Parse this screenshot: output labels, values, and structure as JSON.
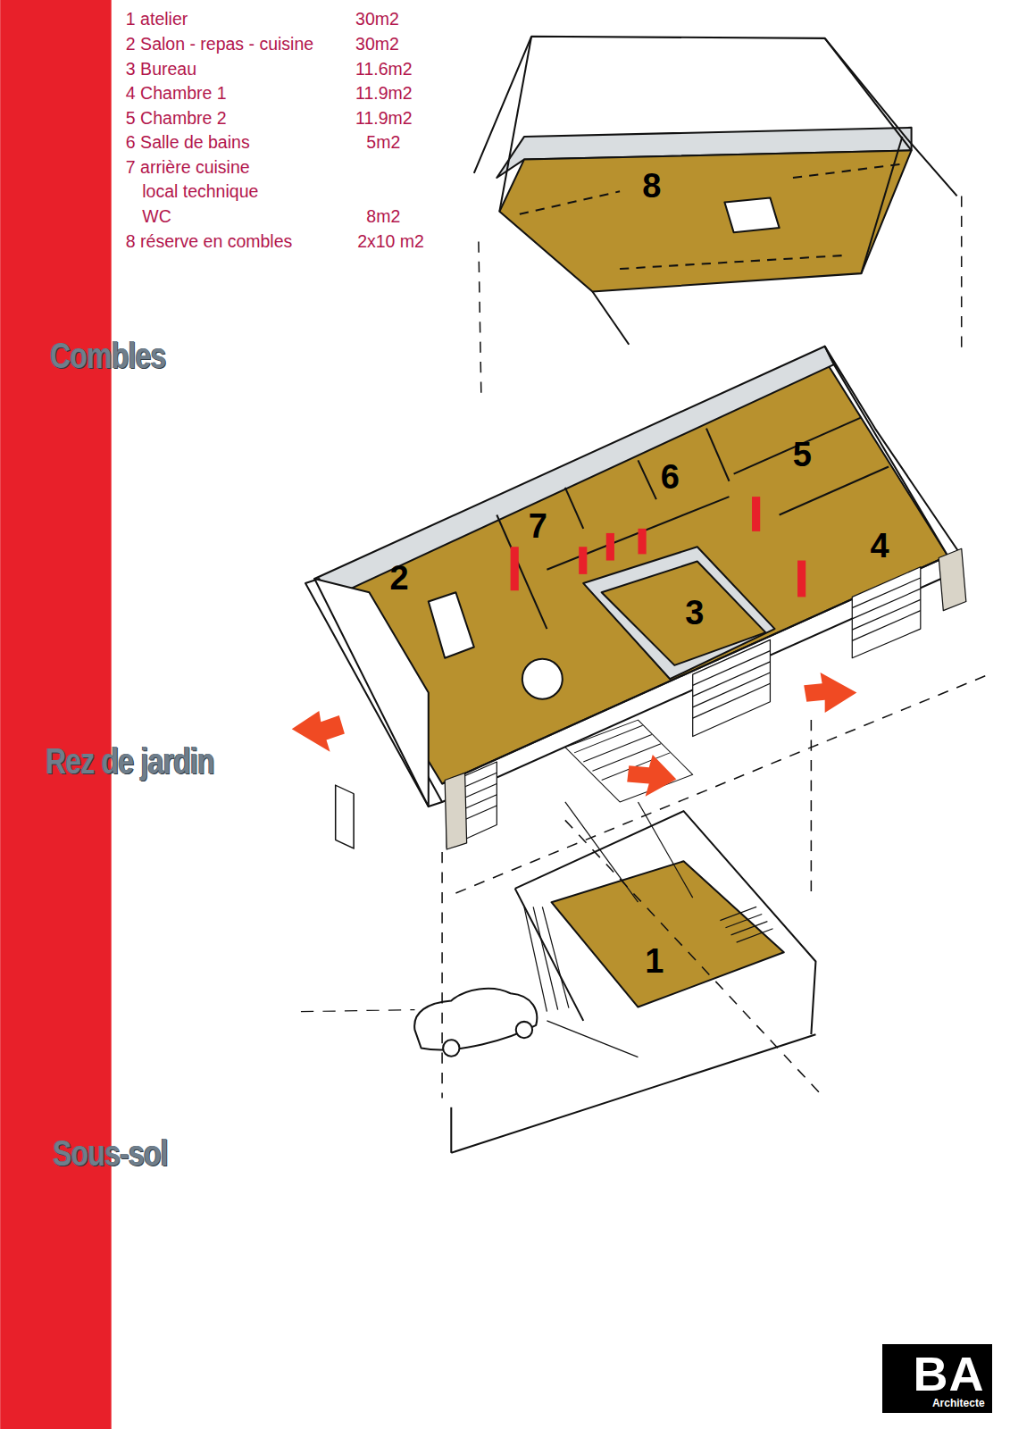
{
  "diagram": {
    "nodes": [
      {
        "text": [
          "BA",
          "Architecte"
        ]
      }
    ],
    "labels": [
      "1 atelier",
      "30m2",
      "2 Salon - repas - cuisine",
      "30m2",
      "3 Bureau",
      "11.6m2",
      "4 Chambre 1",
      "11.9m2",
      "5 Chambre 2",
      "11.9m2",
      "6 Salle de bains",
      "5m2",
      "7 arrière cuisine",
      "local technique",
      "WC",
      "8m2",
      "8 réserve en combles",
      "2x10 m2",
      "Combles",
      "Rez de jardin",
      "Sous-sol",
      "8",
      "2",
      "7",
      "6",
      "5",
      "4",
      "3",
      "1"
    ]
  }
}
